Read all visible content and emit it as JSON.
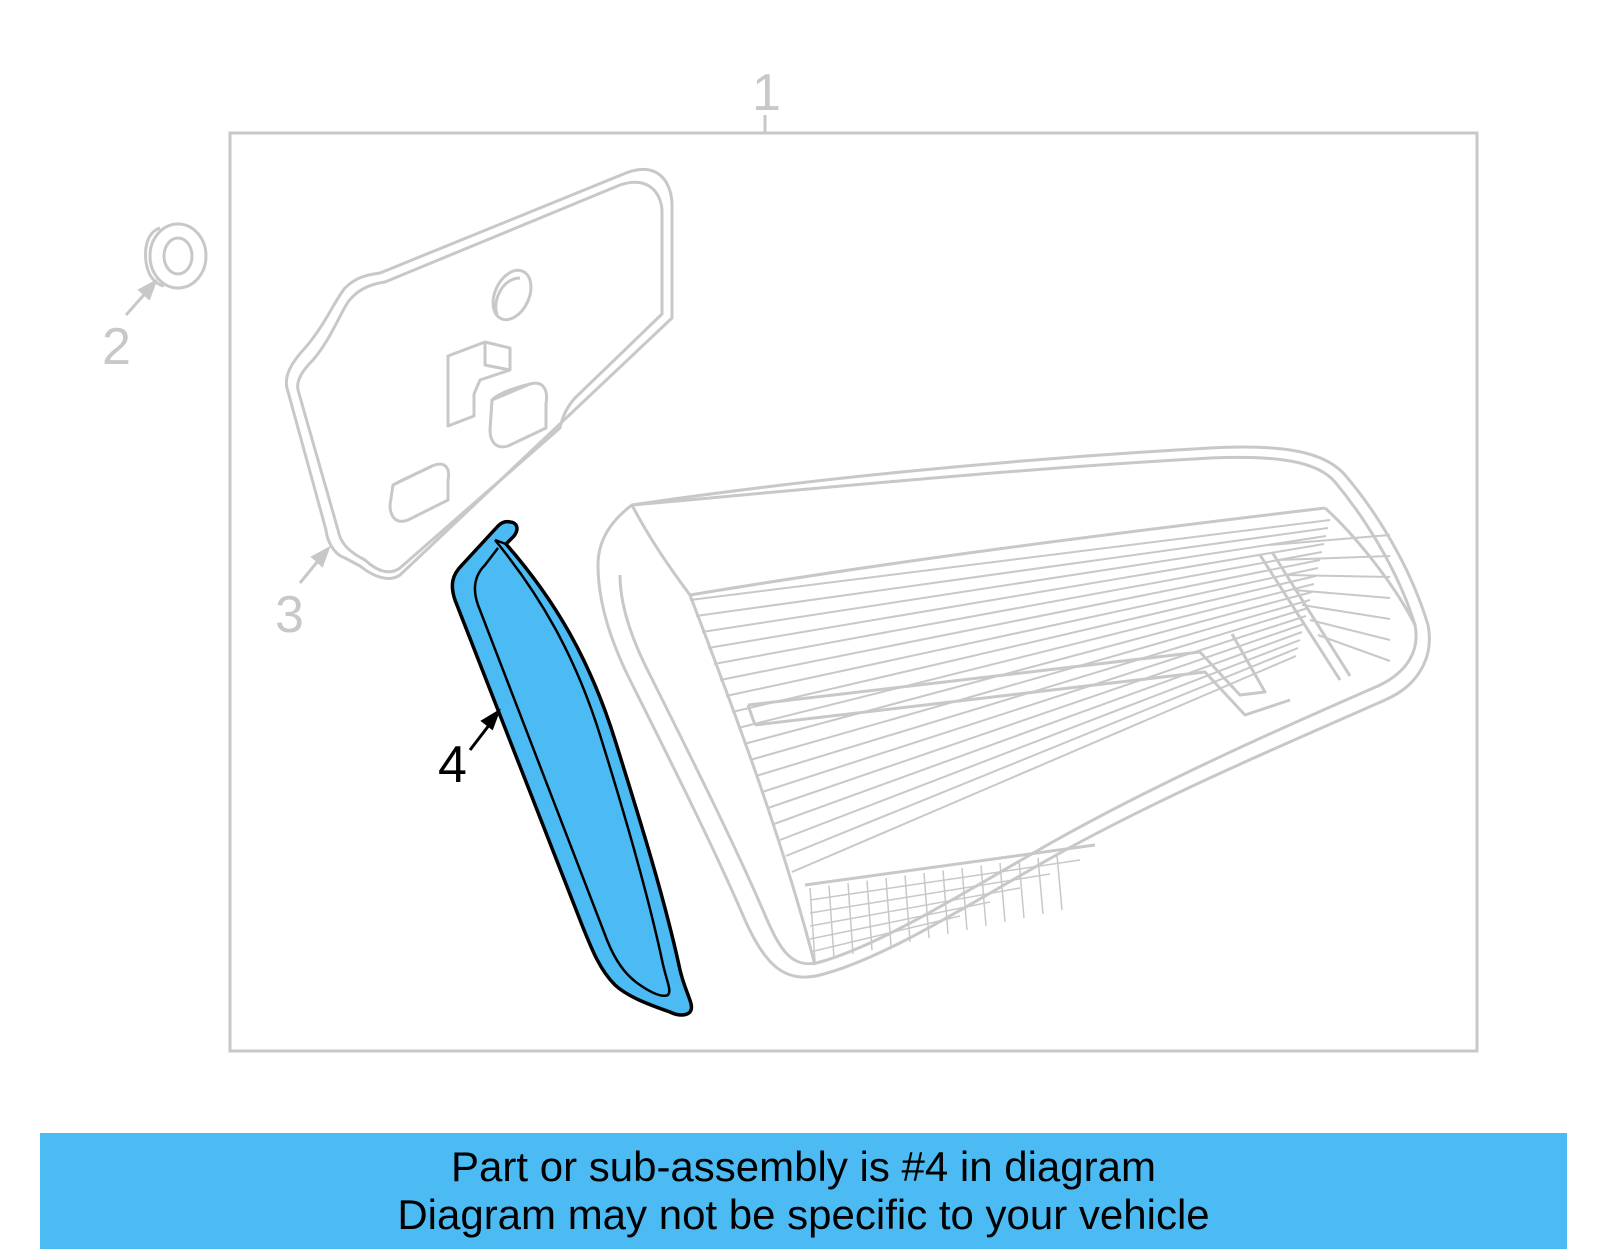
{
  "diagram": {
    "callouts": {
      "c1": "1",
      "c2": "2",
      "c3": "3",
      "c4": "4"
    },
    "colors": {
      "highlight": "#4dbbf3",
      "muted_line": "#c8c8c8",
      "active_line": "#000000"
    }
  },
  "banner": {
    "line1": "Part or sub-assembly is #4 in diagram",
    "line2": "Diagram may not be specific to your vehicle"
  }
}
